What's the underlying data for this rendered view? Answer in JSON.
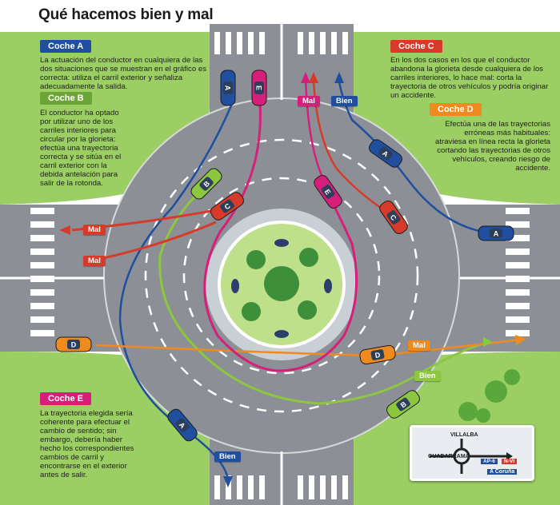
{
  "title": "Qué hacemos bien y mal",
  "colors": {
    "grass": "#8fc45a",
    "asphalt": "#8c8f94",
    "coche_a": "#1f4f9e",
    "coche_b": "#8dc63f",
    "coche_c": "#d83a2a",
    "coche_d": "#ef8a1f",
    "coche_e": "#d61f7a"
  },
  "cars": {
    "coche_a": {
      "tag": "Coche A",
      "text": "La actuación del conductor en cualquiera de las dos situaciones que se muestran en el gráfico es correcta: utiliza el carril exterior y señaliza adecuadamente la salida."
    },
    "coche_b": {
      "tag": "Coche B",
      "text": "El conductor ha optado por utilizar uno de los carriles interiores para circular por la glorieta: efectúa una trayectoria correcta y se sitúa en el carril exterior con la debida antelación para salir de la rotonda."
    },
    "coche_c": {
      "tag": "Coche C",
      "text": "En los dos casos en los que el conductor abandona la glorieta desde cualquiera de los carriles interiores, lo hace mal: corta la trayectoria de otros vehículos y podría originar un accidente."
    },
    "coche_d": {
      "tag": "Coche D",
      "text": "Efectúa una de las trayectorias erróneas más habituales: atraviesa en línea recta la glorieta cortando las trayectorias de otros vehículos, creando riesgo de accidente."
    },
    "coche_e": {
      "tag": "Coche E",
      "text": "La trayectoria elegida sería coherente para efectuar el cambio de sentido; sin embargo, debería haber hecho los correspondientes cambios de carril y encontrarse en el exterior antes de salir."
    }
  },
  "car_letters": {
    "a": "A",
    "b": "B",
    "c": "C",
    "d": "D",
    "e": "E"
  },
  "labels": {
    "bien": "Bien",
    "mal": "Mal"
  },
  "sign": {
    "top": "VILLALBA",
    "left": "GUADARRAMA",
    "road1": "AP-6",
    "road2": "N-VI",
    "destination": "A Coruña"
  }
}
